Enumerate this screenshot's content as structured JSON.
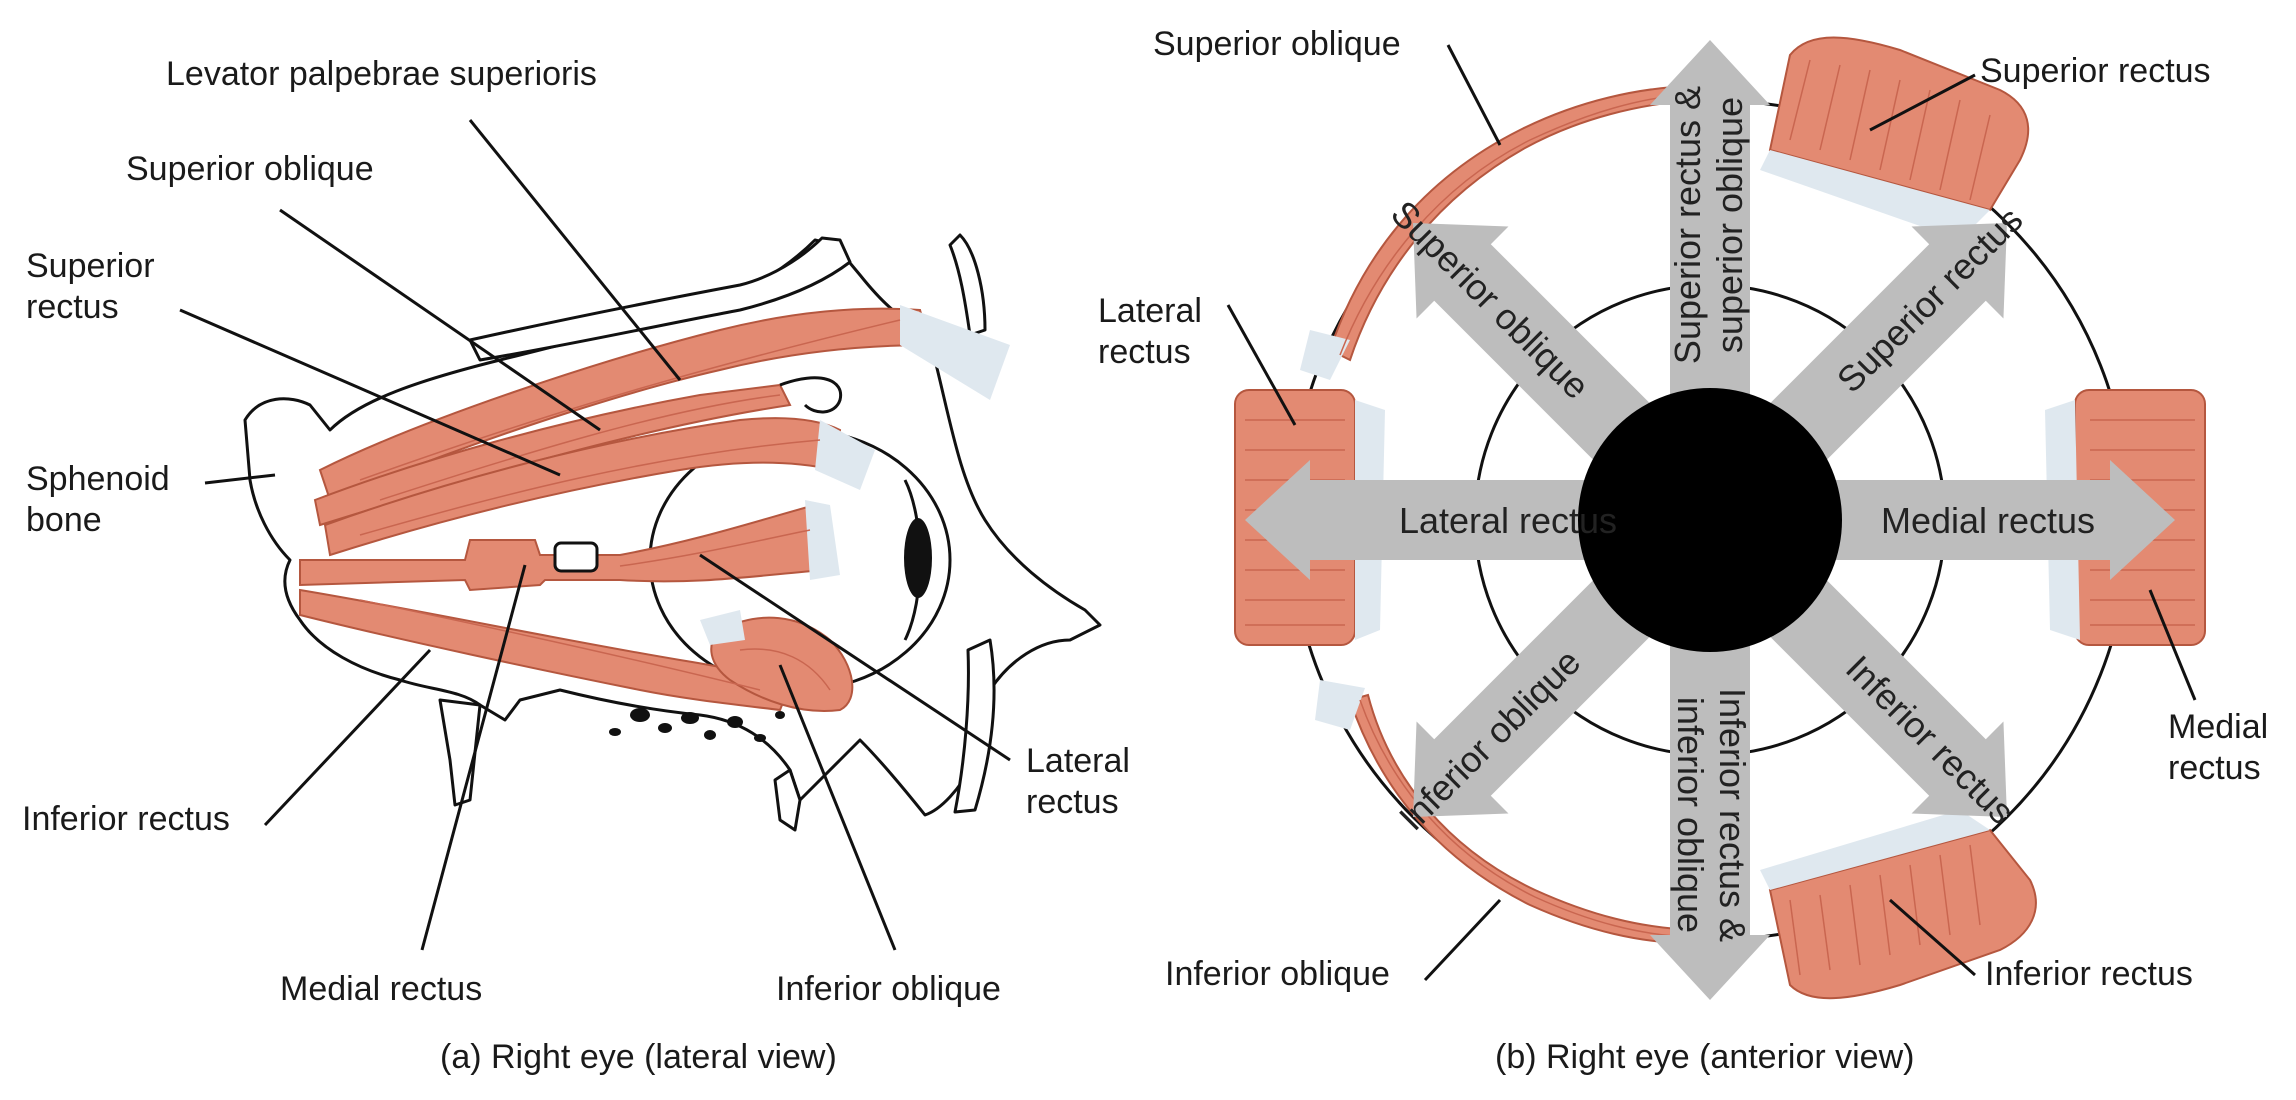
{
  "panel_a": {
    "caption": "(a) Right eye (lateral view)",
    "labels": {
      "levator": "Levator palpebrae superioris",
      "superior_oblique": "Superior oblique",
      "superior_rectus_1": "Superior",
      "superior_rectus_2": "rectus",
      "sphenoid_1": "Sphenoid",
      "sphenoid_2": "bone",
      "inferior_rectus": "Inferior rectus",
      "medial_rectus": "Medial rectus",
      "inferior_oblique": "Inferior oblique",
      "lateral_rectus_1": "Lateral",
      "lateral_rectus_2": "rectus"
    }
  },
  "panel_b": {
    "caption": "(b) Right eye (anterior view)",
    "labels": {
      "superior_oblique": "Superior oblique",
      "superior_rectus": "Superior rectus",
      "lateral_rectus_1": "Lateral",
      "lateral_rectus_2": "rectus",
      "medial_rectus_1": "Medial",
      "medial_rectus_2": "rectus",
      "inferior_oblique": "Inferior oblique",
      "inferior_rectus": "Inferior rectus"
    },
    "arrows": {
      "up_1": "Superior rectus &",
      "up_2": "superior oblique",
      "up_right": "Superior rectus",
      "right": "Medial rectus",
      "down_right": "Inferior rectus",
      "down_1": "Inferior rectus &",
      "down_2": "inferior oblique",
      "down_left": "Inferior oblique",
      "left": "Lateral rectus",
      "up_left": "Superior oblique"
    }
  },
  "colors": {
    "muscle": "#e38a72",
    "muscle_dark": "#b5573f",
    "tendon": "#dfe8ef",
    "arrow": "#bdbdbd",
    "pupil": "#000000"
  }
}
